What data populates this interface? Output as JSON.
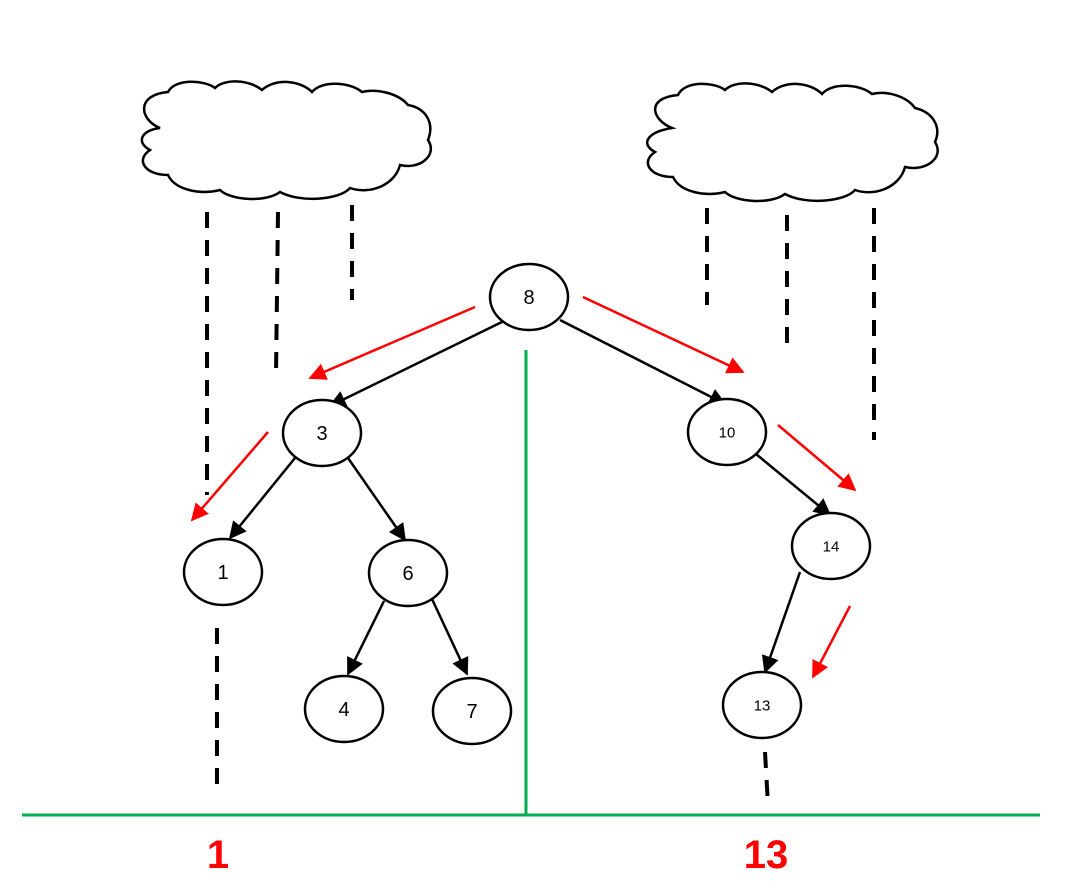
{
  "diagram": {
    "nodes": [
      {
        "id": "n8",
        "label": "8"
      },
      {
        "id": "n3",
        "label": "3"
      },
      {
        "id": "n10",
        "label": "10"
      },
      {
        "id": "n1",
        "label": "1"
      },
      {
        "id": "n6",
        "label": "6"
      },
      {
        "id": "n14",
        "label": "14"
      },
      {
        "id": "n4",
        "label": "4"
      },
      {
        "id": "n7",
        "label": "7"
      },
      {
        "id": "n13",
        "label": "13"
      }
    ],
    "edges": [
      [
        "8",
        "3"
      ],
      [
        "8",
        "10"
      ],
      [
        "3",
        "1"
      ],
      [
        "3",
        "6"
      ],
      [
        "6",
        "4"
      ],
      [
        "6",
        "7"
      ],
      [
        "10",
        "14"
      ],
      [
        "14",
        "13"
      ]
    ],
    "left_path": [
      "8",
      "3",
      "1"
    ],
    "right_path": [
      "8",
      "10",
      "14",
      "13"
    ],
    "results": {
      "left": "1",
      "right": "13"
    },
    "colors": {
      "edge": "#000000",
      "path": "#ff0000",
      "ground": "#00b050",
      "result": "#ff0000"
    }
  }
}
